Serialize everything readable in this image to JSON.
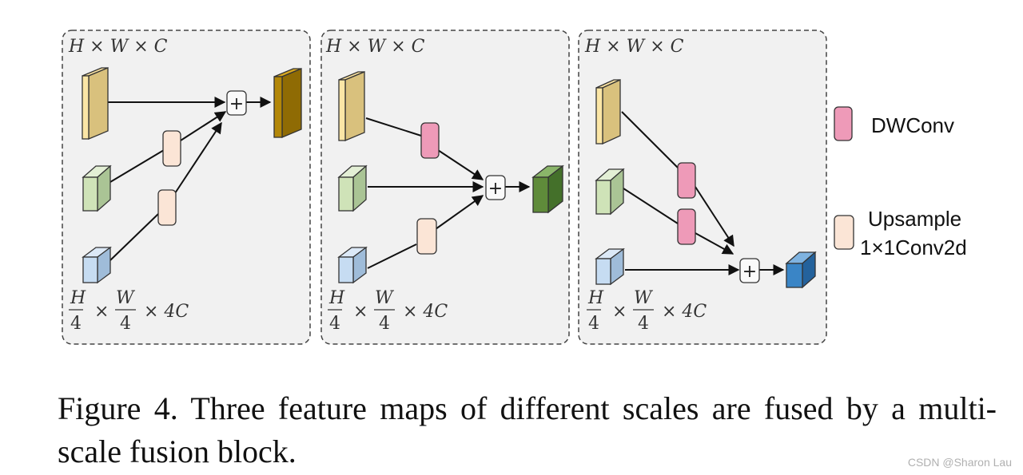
{
  "labels": {
    "top_dims": "H × W × C",
    "bottom_dims": [
      "H",
      "4",
      "×",
      "W",
      "4",
      "× 4C"
    ]
  },
  "legend": {
    "dwconv": "DWConv",
    "upsample_line1": "Upsample",
    "upsample_line2": "1×1Conv2d"
  },
  "caption": "Figure 4. Three feature maps of different scales are fused by a multi-scale fusion block.",
  "watermark": "CSDN @Sharon Lau",
  "icons": {
    "fuse": "plus-icon"
  },
  "colors": {
    "panel_bg": "#f1f1f1",
    "dwconv": "#ee9ab8",
    "upsample": "#fbe5d6",
    "scale_large": "#fbe6a6",
    "scale_mid": "#cfe3b8",
    "scale_small": "#c6dcf2",
    "out_panel1": "#b38708",
    "out_panel2": "#5f8b3a",
    "out_panel3": "#3a85c6"
  }
}
